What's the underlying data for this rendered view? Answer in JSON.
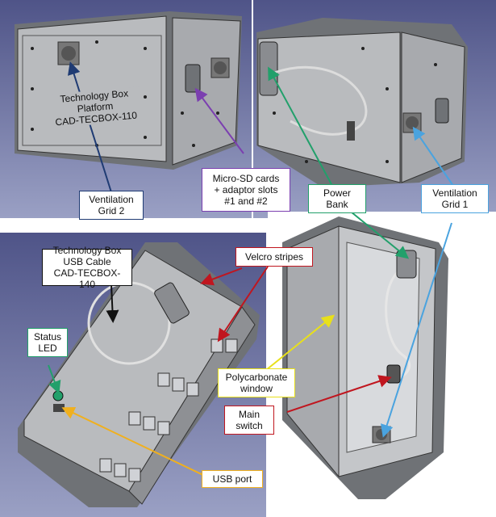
{
  "figure": {
    "title": "",
    "colors": {
      "background": "#5b5f91",
      "box_light": "#b9bbbe",
      "box_mid": "#999b9f",
      "box_dark": "#6f7276",
      "dark_blue": "#1f3b73",
      "purple": "#7b3fb0",
      "green": "#22a06b",
      "light_blue": "#4aa3df",
      "red": "#c0161f",
      "yellow": "#e8e01a",
      "orange": "#f0b01e",
      "black": "#111111"
    }
  },
  "panels": [
    {
      "name": "top-left-view"
    },
    {
      "name": "top-right-view"
    },
    {
      "name": "bottom-left-view"
    },
    {
      "name": "bottom-right-view"
    }
  ],
  "labels": {
    "platform": "Technology Box\nPlatform\nCAD-TECBOX-110",
    "vent_grid_2": "Ventilation\nGrid 2",
    "micro_sd": "Micro-SD cards\n+ adaptor slots\n#1 and #2",
    "power_bank": "Power\nBank",
    "vent_grid_1": "Ventilation\nGrid 1",
    "usb_cable": "Technology Box\nUSB Cable\nCAD-TECBOX-140",
    "velcro": "Velcro stripes",
    "status_led": "Status\nLED",
    "polycarbonate": "Polycarbonate\nwindow",
    "main_switch": "Main\nswitch",
    "usb_port": "USB port"
  }
}
